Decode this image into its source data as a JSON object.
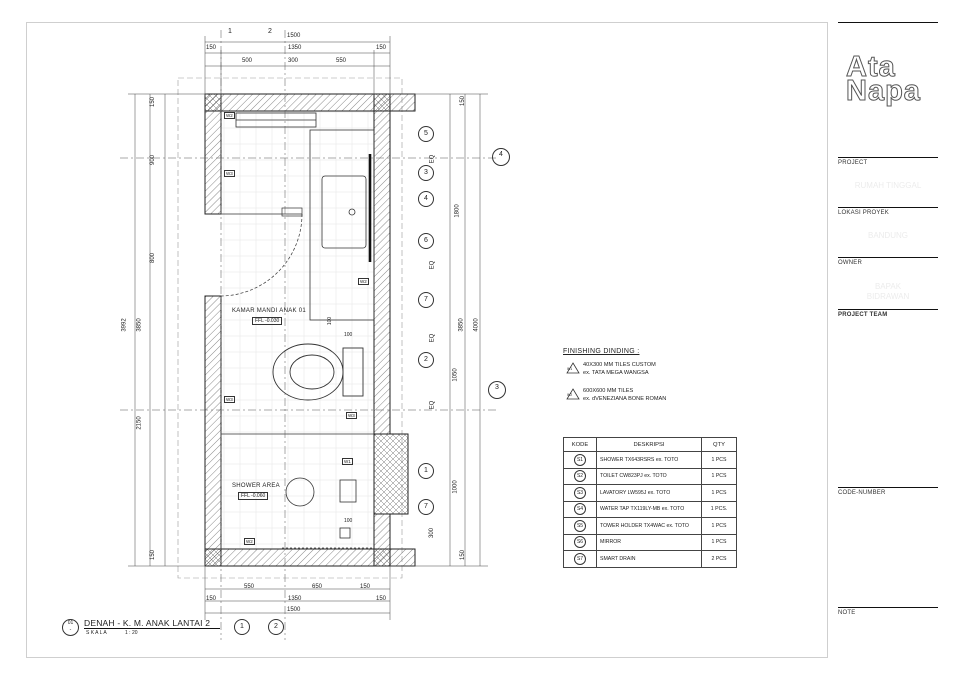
{
  "plan": {
    "room_name": "KAMAR MANDI ANAK 01",
    "room_level": "FFL -0.030",
    "shower_name": "SHOWER AREA",
    "shower_level": "FFL -0.060",
    "grid_top": [
      "1",
      "2"
    ],
    "grid_bottom": [
      "1",
      "2"
    ],
    "grid_right": [
      "4",
      "3"
    ],
    "dims_top_row1": [
      "1500"
    ],
    "dims_top_row2": [
      "150",
      "1350",
      "150"
    ],
    "dims_top_row3": [
      "500",
      "300",
      "550"
    ],
    "dims_bottom_row1": [
      "550",
      "650",
      "150"
    ],
    "dims_bottom_row2": [
      "150",
      "1350",
      "150"
    ],
    "dims_bottom_row3": [
      "1500"
    ],
    "dims_left_outer": [
      "3992"
    ],
    "dims_left_mid": [
      "3850",
      "2150"
    ],
    "dims_left_inner": [
      "150",
      "900",
      "800",
      "150"
    ],
    "dims_right_outer": [
      "4000"
    ],
    "dims_right_mid": [
      "3850"
    ],
    "dims_right_inner": [
      "150",
      "1800",
      "1050",
      "1000",
      "300",
      "150"
    ],
    "dims_right_eq": [
      "EQ",
      "EQ",
      "EQ",
      "EQ"
    ],
    "dims_small": [
      "100",
      "100",
      "100"
    ],
    "callouts": [
      "5",
      "3",
      "4",
      "6",
      "7",
      "2",
      "1",
      "7"
    ],
    "tile_tags": [
      "W2",
      "W3",
      "W3",
      "W2",
      "W3",
      "W1",
      "W2"
    ]
  },
  "drawing_title": {
    "number": "01",
    "sub": "-",
    "title": "DENAH - K. M. ANAK LANTAI 2",
    "scale_label": "S K A L A",
    "scale_value": "1 : 20"
  },
  "finishing": {
    "title": "FINISHING DINDING :",
    "items": [
      {
        "tag": "W1",
        "line1": "40X300 MM TILES CUSTOM",
        "line2": "ex. TATA MEGA WANGSA"
      },
      {
        "tag": "W2",
        "line1": "600X600 MM TILES",
        "line2": "ex. dVENEZIANA BONE ROMAN"
      }
    ]
  },
  "items_table": {
    "headers": [
      "KODE",
      "DESKRIPSI",
      "QTY"
    ],
    "rows": [
      {
        "code": "S1",
        "desc": "SHOWER TX643RSRS ex. TOTO",
        "qty": "1 PCS"
      },
      {
        "code": "S2",
        "desc": "TOILET CW823PJ ex. TOTO",
        "qty": "1 PCS"
      },
      {
        "code": "S3",
        "desc": "LAVATORY LW595J ex. TOTO",
        "qty": "1 PCS"
      },
      {
        "code": "S4",
        "desc": "WATER TAP TX119LY-MB ex. TOTO",
        "qty": "1 PCS."
      },
      {
        "code": "S5",
        "desc": "TOWER HOLDER TX4WAC ex. TOTO",
        "qty": "1 PCS"
      },
      {
        "code": "S6",
        "desc": "MIRROR",
        "qty": "1 PCS"
      },
      {
        "code": "S7",
        "desc": "SMART DRAIN",
        "qty": "2 PCS"
      }
    ]
  },
  "titleblock": {
    "logo_line1": "Ata",
    "logo_line2": "Napa",
    "project_label": "PROJECT",
    "project_value": "RUMAH TINGGAL",
    "location_label": "LOKASI PROYEK",
    "location_value": "BANDUNG",
    "owner_label": "OWNER",
    "owner_value_1": "BAPAK",
    "owner_value_2": "BIDRAWAN",
    "team_label": "PROJECT TEAM",
    "code_label": "CODE-NUMBER",
    "note_label": "NOTE"
  },
  "colors": {
    "line": "#222222",
    "hatch": "#555555",
    "faint": "#cfcfcf"
  }
}
